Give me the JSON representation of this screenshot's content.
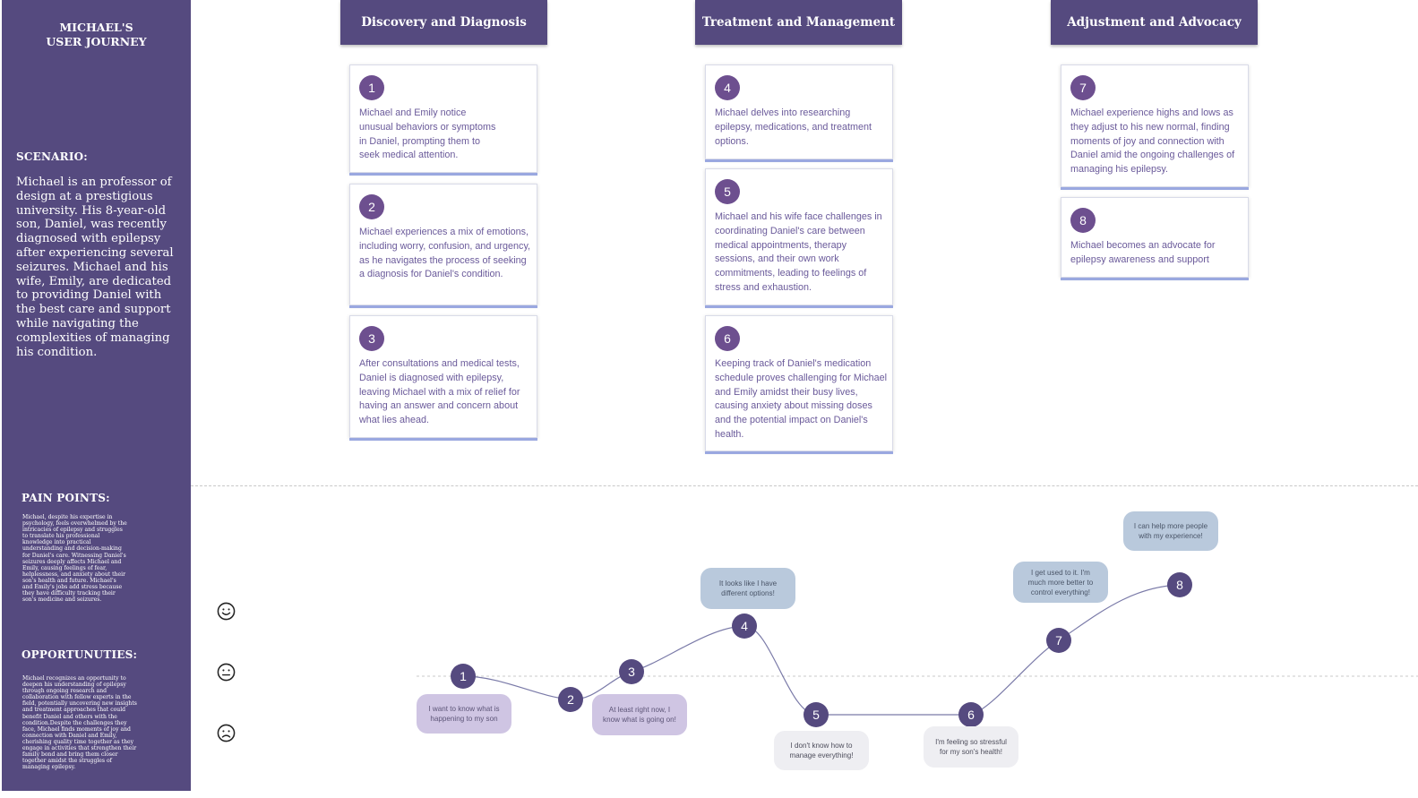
{
  "sidebar": {
    "title_line1": "MICHAEL'S",
    "title_line2": "USER JOURNEY",
    "scenario_heading": "SCENARIO:",
    "scenario_text": "Michael is an professor of design at a prestigious university. His 8-year-old son, Daniel, was recently diagnosed with epilepsy after experiencing several seizures. Michael and his wife, Emily, are dedicated to providing Daniel with the best care and support while navigating the complexities of managing his condition.",
    "pain_heading": "PAIN POINTS:",
    "pain_text": "Michael, despite his expertise in psychology, feels overwhelmed by the intricacies of epilepsy and struggles to translate his professional knowledge into practical understanding and decision-making for Daniel's care. Witnessing Daniel's seizures deeply affects Michael and Emily, causing feelings of fear, helplessness, and anxiety about their son's health and future. Michael's and Emily's jobs add stress because they have difficulty tracking their son's medicine and seizures.",
    "opp_heading": "OPPORTUNUTIES:",
    "opp_text": "Michael recognizes an opportunity to deepen his understanding of epilepsy through ongoing research and collaboration with fellow experts in the field, potentially uncovering new insights and treatment approaches that could benefit Daniel and others with the condition.Despite the challenges they face, Michael finds moments of joy and connection with Daniel and Emily, cherishing quality time together as they engage in activities that strengthen their family bond and bring them closer together amidst the struggles of managing epilepsy."
  },
  "stages": [
    {
      "title": "Discovery and Diagnosis"
    },
    {
      "title": "Treatment and Management"
    },
    {
      "title": "Adjustment and Advocacy"
    }
  ],
  "steps": [
    {
      "number": "1",
      "text": "Michael and Emily notice unusual behaviors or symptoms in Daniel, prompting them to seek medical attention."
    },
    {
      "number": "2",
      "text": "Michael experiences a mix of emotions, including worry, confusion, and urgency, as he navigates the process of seeking a diagnosis for Daniel's condition."
    },
    {
      "number": "3",
      "text": "After consultations and medical tests, Daniel is diagnosed with epilepsy, leaving Michael with a mix of relief for having an answer and concern about what lies ahead."
    },
    {
      "number": "4",
      "text": "Michael delves into researching epilepsy, medications, and treatment options."
    },
    {
      "number": "5",
      "text": "Michael and his wife face challenges in coordinating Daniel's care between medical appointments, therapy sessions, and their own work commitments, leading to feelings of stress and exhaustion."
    },
    {
      "number": "6",
      "text": "Keeping track of Daniel's medication schedule proves challenging for Michael and Emily amidst their busy lives, causing anxiety about missing doses and the potential impact on Daniel's health."
    },
    {
      "number": "7",
      "text": "Michael experience highs and lows as they adjust to his new normal, finding moments of joy and connection with Daniel amid the ongoing challenges of managing his epilepsy."
    },
    {
      "number": "8",
      "text": "Michael becomes an advocate for epilepsy awareness and support"
    }
  ],
  "emotions": {
    "scale_icons": [
      "happy-face-icon",
      "neutral-face-icon",
      "sad-face-icon"
    ],
    "points": [
      {
        "number": "1",
        "quote": "I want to know what is happening to my son"
      },
      {
        "number": "2",
        "quote": ""
      },
      {
        "number": "3",
        "quote": "At least right now, I know what is going on!"
      },
      {
        "number": "4",
        "quote": "It looks like I have different options!"
      },
      {
        "number": "5",
        "quote": "I don't know how to manage everything!"
      },
      {
        "number": "6",
        "quote": "I'm feeling so stressful for my son's health!"
      },
      {
        "number": "7",
        "quote": "I get used to it. I'm much more better to control everything!"
      },
      {
        "number": "8",
        "quote": "I can help more people with my experience!"
      }
    ]
  },
  "colors": {
    "primary": "#554a7f",
    "step_circle": "#6d4f8f",
    "card_text": "#6a5a9a",
    "card_shadow": "#9aa8e0",
    "curve": "#7a7aa8"
  }
}
